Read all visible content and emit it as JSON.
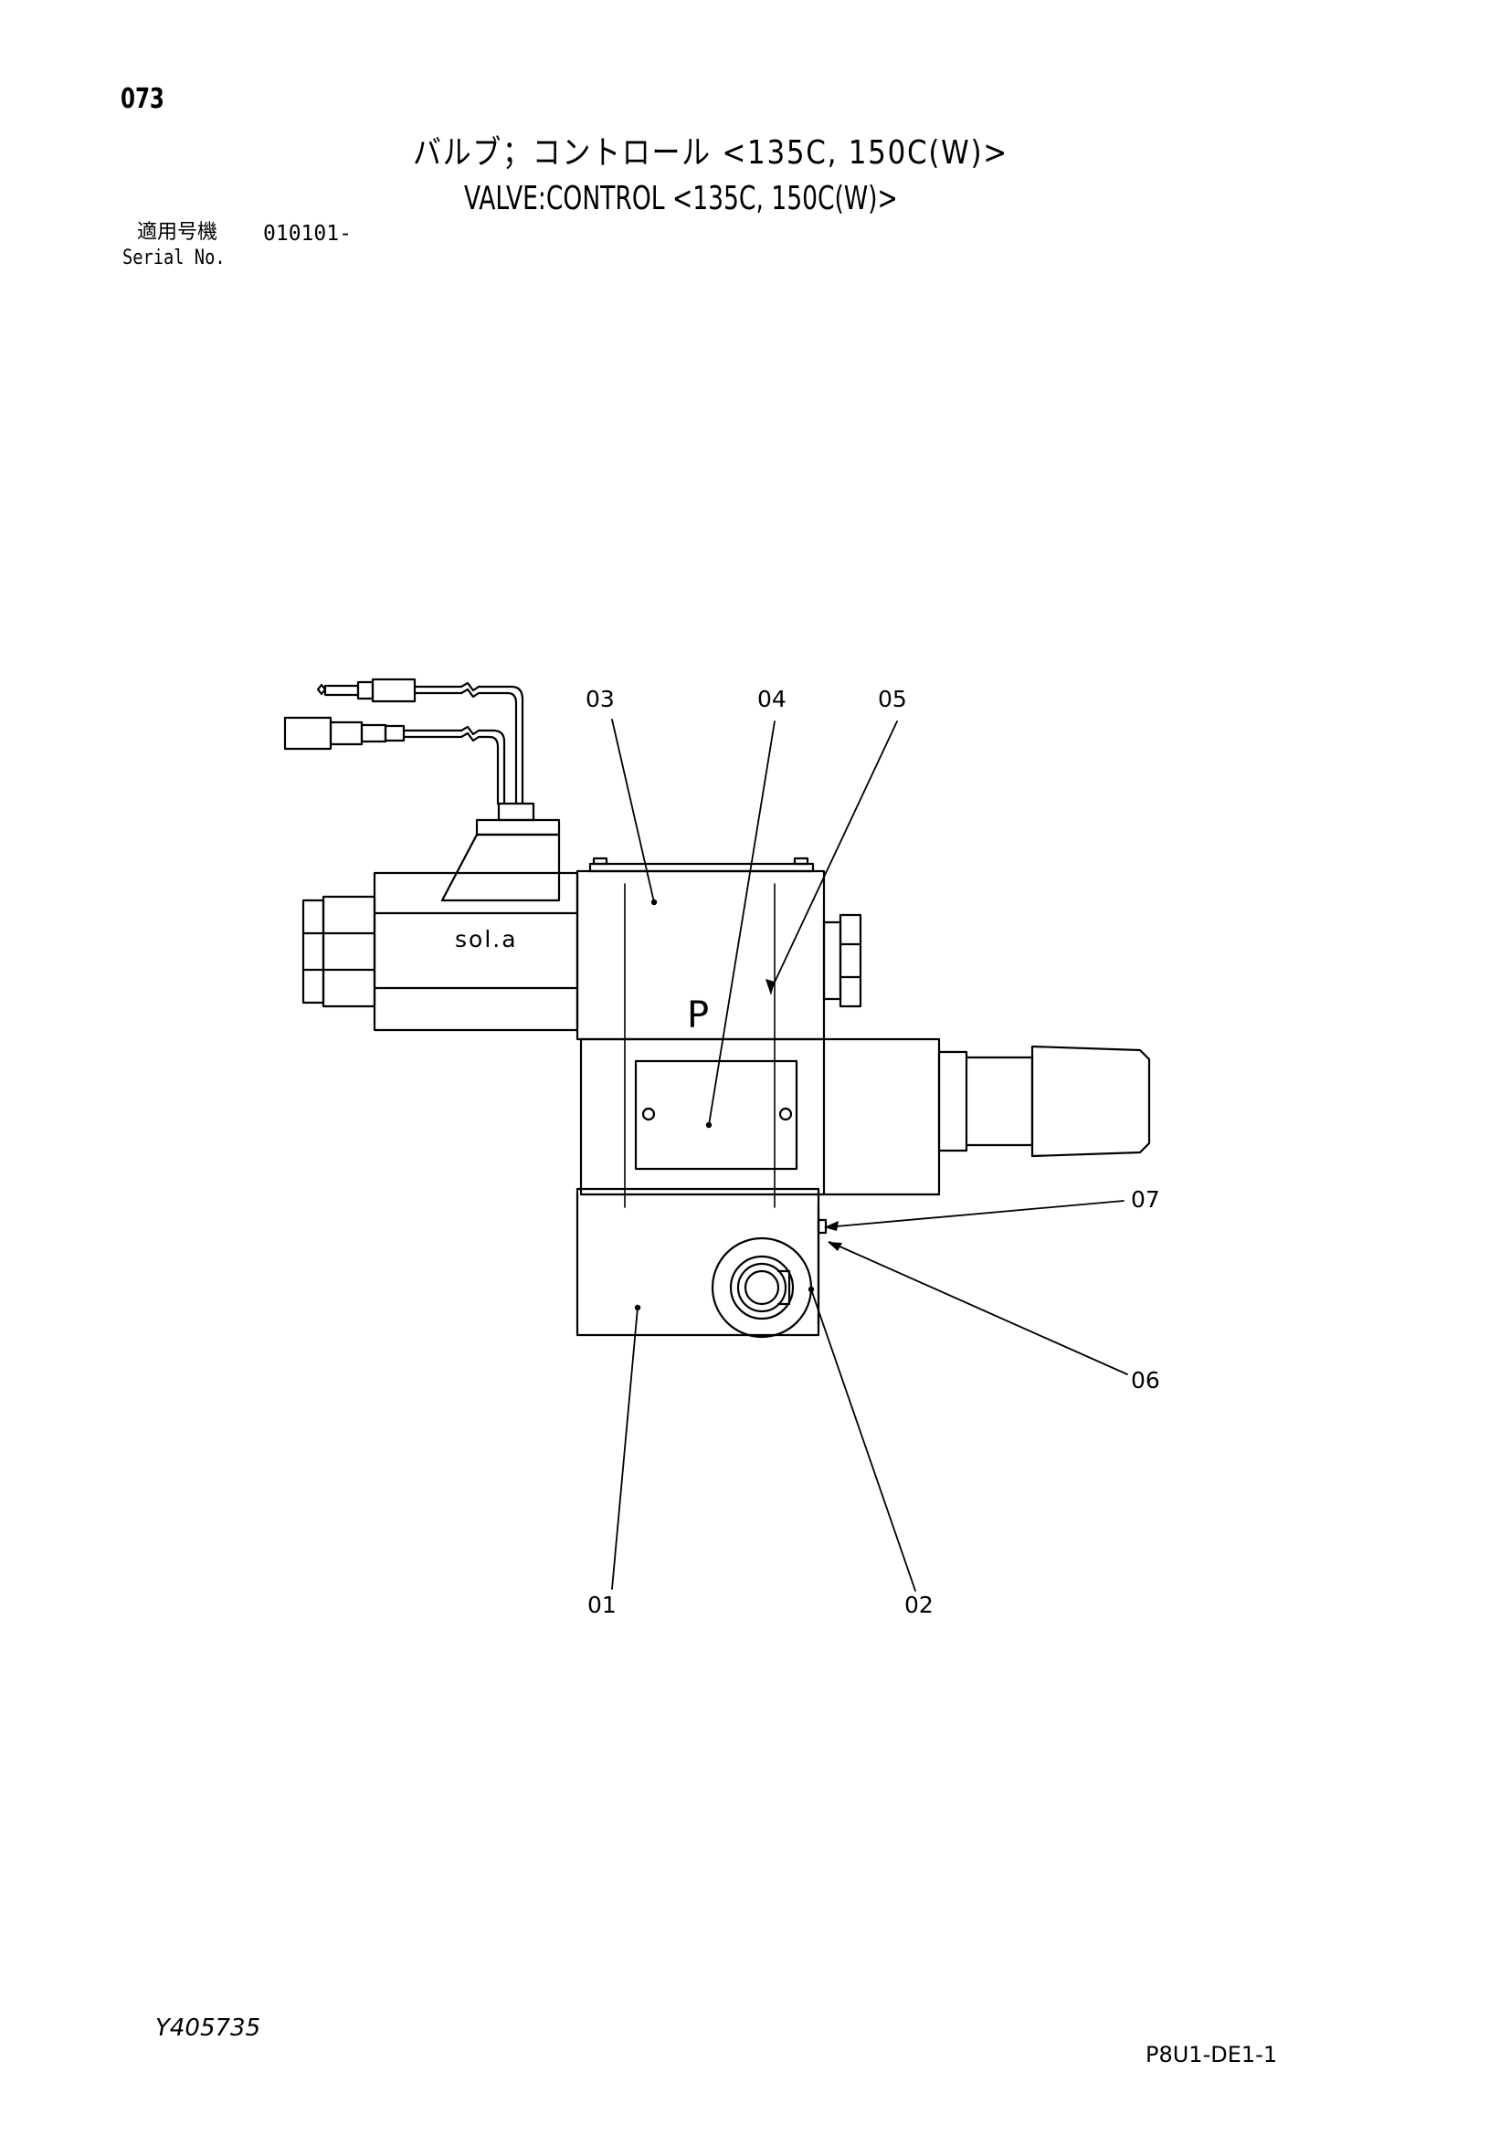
{
  "header": {
    "page_number": "073",
    "title_jp": "バルブ；コントロール <135C, 150C(W)>",
    "title_en": "VALVE:CONTROL <135C, 150C(W)>",
    "serial_label_jp": "適用号機",
    "serial_value": "010101-",
    "serial_label_en": "Serial No."
  },
  "diagram": {
    "callouts": {
      "c01": "01",
      "c02": "02",
      "c03": "03",
      "c04": "04",
      "c05": "05",
      "c06": "06",
      "c07": "07"
    },
    "solenoid_label": "sol.a",
    "port_label": "P"
  },
  "footer": {
    "drawing_code": "Y405735",
    "sheet_code": "P8U1-DE1-1"
  }
}
